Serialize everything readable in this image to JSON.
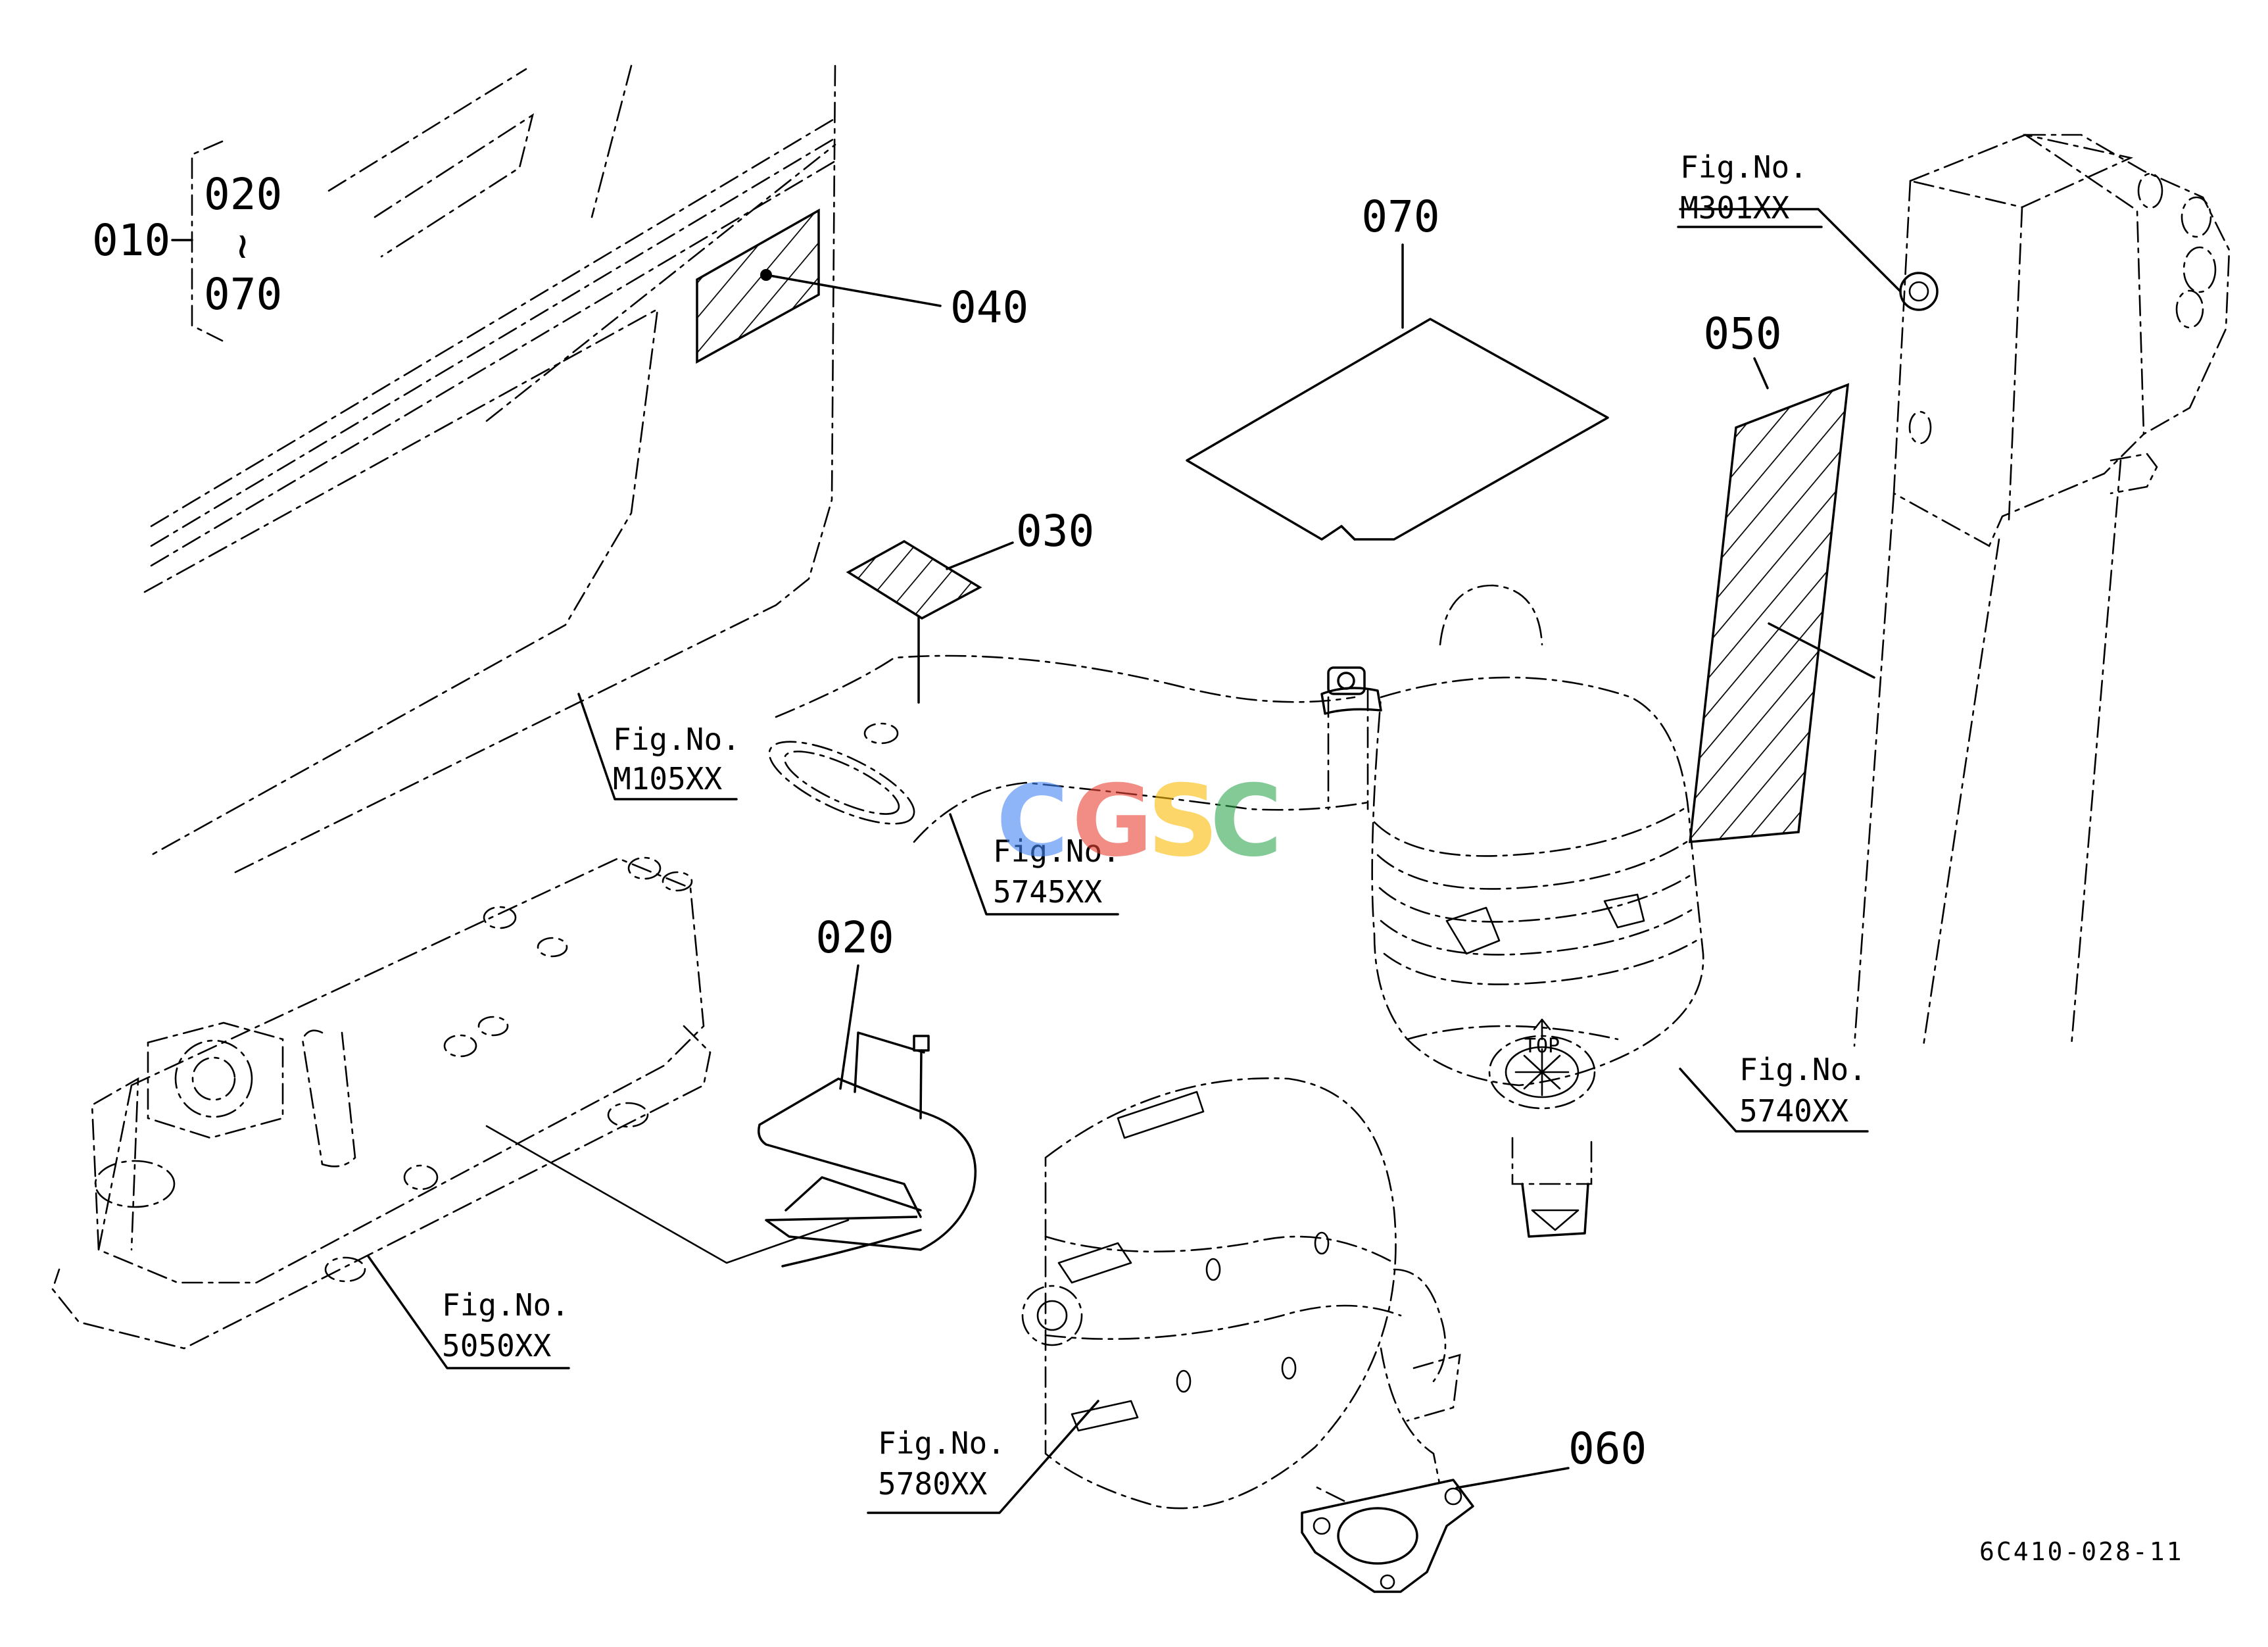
{
  "callouts": {
    "p010": "010",
    "p020_range_start": "020",
    "p020_range_tilde": "~",
    "p070_range_end": "070",
    "p020": "020",
    "p030": "030",
    "p040": "040",
    "p050": "050",
    "p060": "060",
    "p070": "070"
  },
  "figure_refs": {
    "m105": {
      "prefix": "Fig.No.",
      "number": "M105XX"
    },
    "m301": {
      "prefix": "Fig.No.",
      "number": "M301XX"
    },
    "f5745": {
      "prefix": "Fig.No.",
      "number": "5745XX"
    },
    "f5740": {
      "prefix": "Fig.No.",
      "number": "5740XX"
    },
    "f5050": {
      "prefix": "Fig.No.",
      "number": "5050XX"
    },
    "f5780": {
      "prefix": "Fig.No.",
      "number": "5780XX"
    }
  },
  "air_cleaner": {
    "top_mark": "TOP"
  },
  "watermark": {
    "letters": [
      "C",
      "G",
      "S",
      "C"
    ],
    "colors": [
      "#4285F4",
      "#EA4335",
      "#FBBC05",
      "#34A853"
    ]
  },
  "drawing_code": "6C410-028-11"
}
